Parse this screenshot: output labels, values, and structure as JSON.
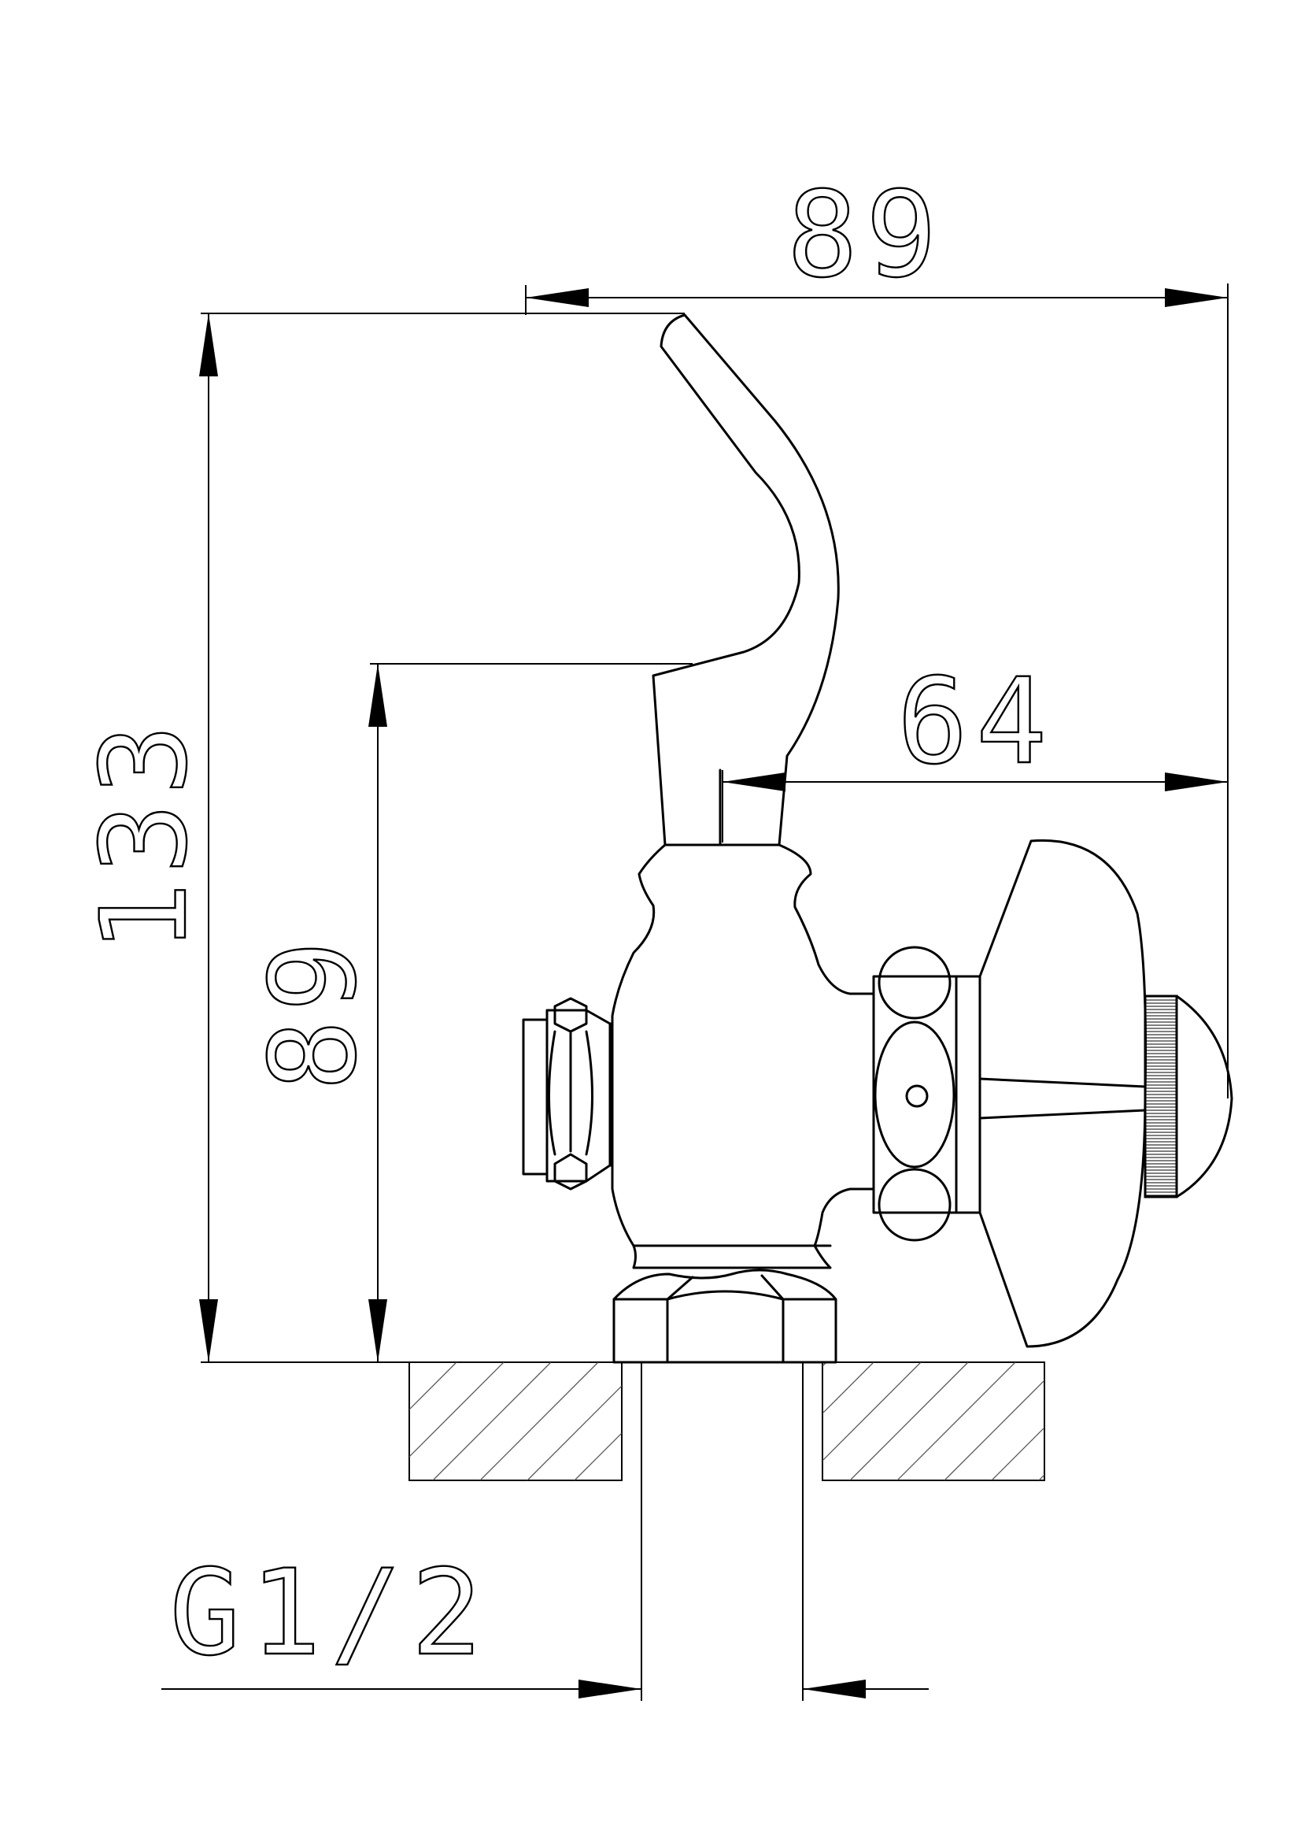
{
  "dimensions": {
    "overall_width": "89",
    "overall_height": "133",
    "lever_height": "89",
    "handle_offset": "64",
    "thread": "G1/2"
  }
}
